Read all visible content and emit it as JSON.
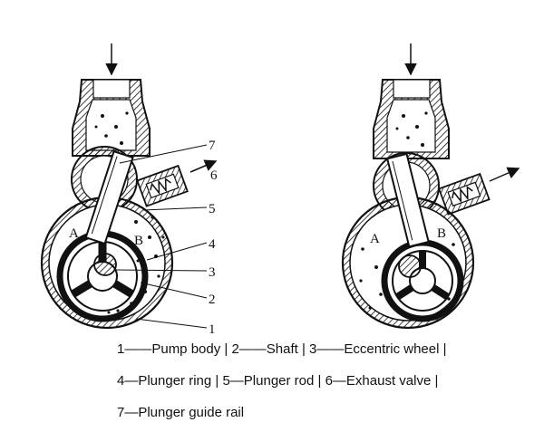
{
  "diagram": {
    "left_pump": {
      "region_a": "A",
      "region_b": "B",
      "callouts": [
        "7",
        "6",
        "5",
        "4",
        "3",
        "2",
        "1"
      ]
    },
    "right_pump": {
      "region_a": "A",
      "region_b": "B"
    }
  },
  "caption": {
    "line1": "1——Pump body | 2——Shaft | 3——Eccentric wheel |",
    "line2": "4—Plunger ring | 5—Plunger rod | 6—Exhaust valve |",
    "line3": "7—Plunger guide rail"
  }
}
